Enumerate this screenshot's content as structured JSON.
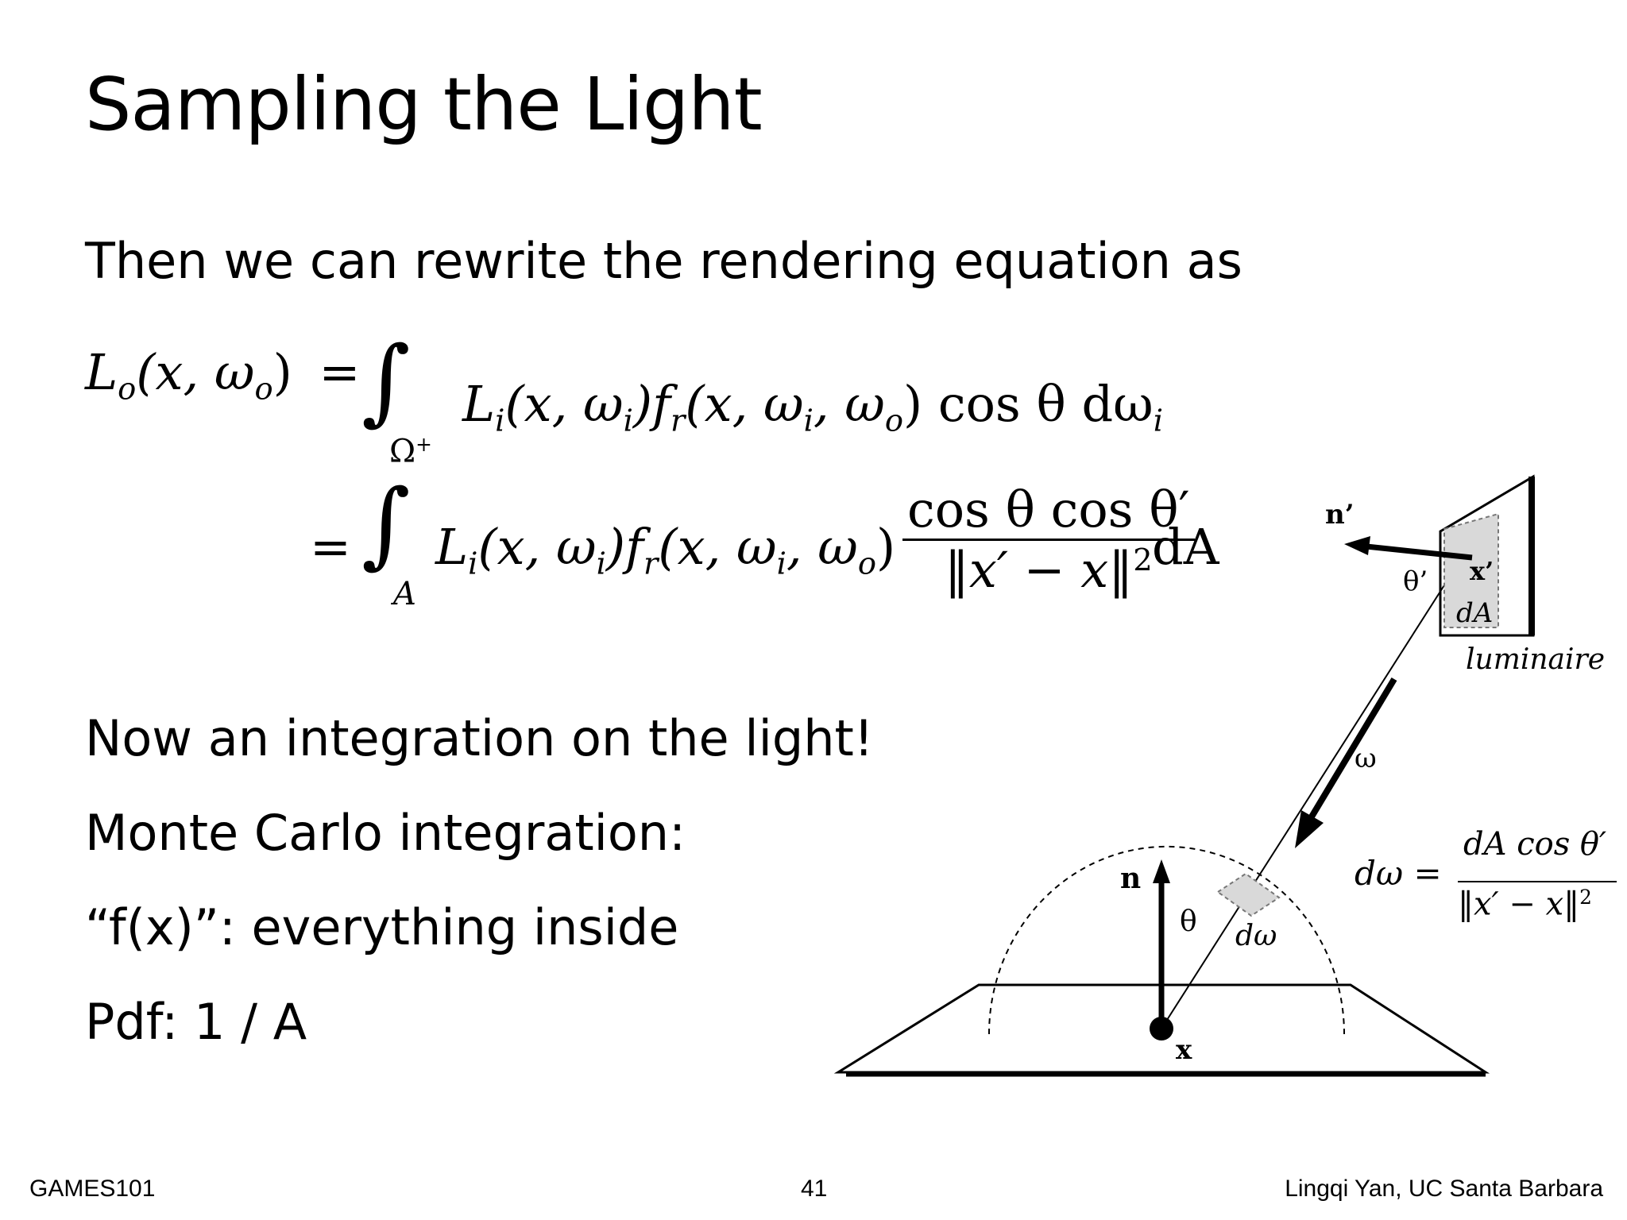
{
  "slide": {
    "title": "Sampling the Light",
    "intro": "Then we can rewrite the rendering equation as",
    "bullets": [
      "Now an integration on the light!",
      "Monte Carlo integration:",
      "“f(x)”: everything inside",
      "Pdf: 1 / A"
    ]
  },
  "equation": {
    "lhs_symbol": "L",
    "lhs_sub": "o",
    "lhs_args": "(x, ω",
    "lhs_args_sub": "o",
    "lhs_close": ")",
    "equals": "=",
    "int1_lower": "Ω",
    "int1_lower_sup": "+",
    "int1_body": "L",
    "int1_body_sub": "i",
    "int1_rest": "(x, ω",
    "int1_rest_sub": "i",
    "int1_f": ")f",
    "int1_f_sub": "r",
    "int1_fargs": "(x, ω",
    "int1_fargs_sub1": "i",
    "int1_fargs_mid": ", ω",
    "int1_fargs_sub2": "o",
    "int1_tail": ") cos θ dω",
    "int1_tail_sub": "i",
    "int2_lower": "A",
    "int2_body": "L",
    "int2_body_sub": "i",
    "int2_rest": "(x, ω",
    "int2_rest_sub": "i",
    "int2_f": ")f",
    "int2_f_sub": "r",
    "int2_fargs": "(x, ω",
    "int2_fargs_sub1": "i",
    "int2_fargs_mid": ", ω",
    "int2_fargs_sub2": "o",
    "int2_fargs_close": ")",
    "frac_num": "cos θ cos θ′",
    "frac_den": "‖x′ − x‖",
    "frac_den_sup": "2",
    "int2_tail": "dA"
  },
  "diagram": {
    "label_n_prime": "n’",
    "label_theta_prime": "θ’",
    "label_x_prime": "x’",
    "label_dA": "dA",
    "label_luminaire": "luminaire",
    "label_omega": "ω",
    "label_n": "n",
    "label_theta": "θ",
    "label_domega": "dω",
    "label_x": "x",
    "dw_lhs": "dω =",
    "dw_num": "dA cos θ′",
    "dw_den": "‖x′ − x‖",
    "dw_den_sup": "2"
  },
  "footer": {
    "left": "GAMES101",
    "center": "41",
    "right": "Lingqi Yan, UC Santa Barbara"
  }
}
